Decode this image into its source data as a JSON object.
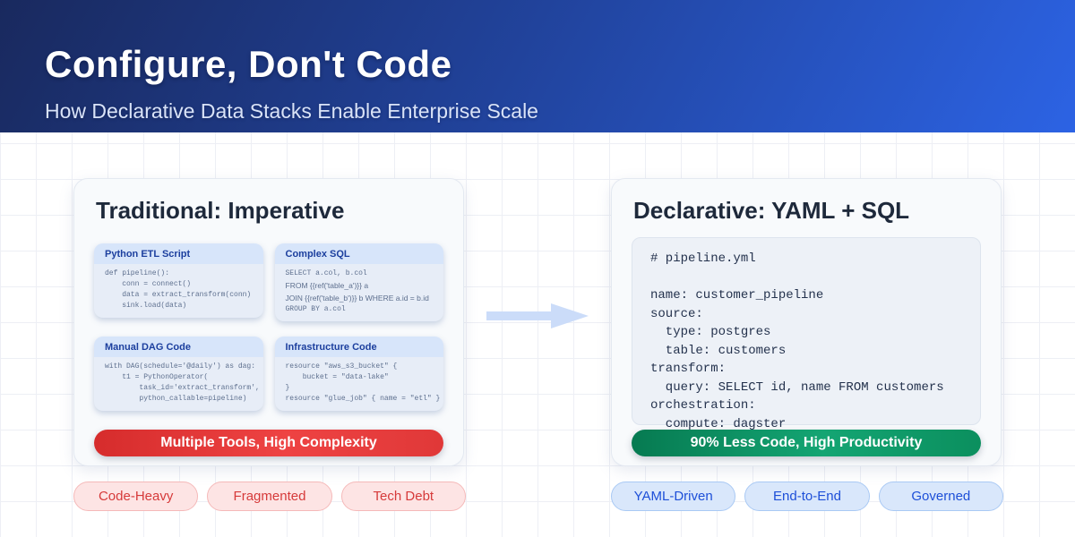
{
  "header": {
    "title": "Configure, Don't Code",
    "subtitle": "How Declarative Data Stacks Enable Enterprise Scale"
  },
  "left_panel": {
    "heading": "Traditional: Imperative",
    "tools": [
      {
        "title": "Python ETL Script",
        "code": [
          "def pipeline():",
          "    conn = connect()",
          "    data = extract_transform(conn)",
          "    sink.load(data)"
        ]
      },
      {
        "title": "Complex SQL",
        "code": [
          "SELECT a.col, b.col",
          "FROM {{ref('table_a')}} a",
          "JOIN {{ref('table_b')}} b WHERE a.id = b.id",
          "GROUP BY a.col"
        ]
      },
      {
        "title": "Manual DAG Code",
        "code": [
          "with DAG(schedule='@daily') as dag:",
          "    t1 = PythonOperator(",
          "        task_id='extract_transform',",
          "        python_callable=pipeline)"
        ]
      },
      {
        "title": "Infrastructure Code",
        "code": [
          "resource \"aws_s3_bucket\" {",
          "    bucket = \"data-lake\"",
          "}",
          "resource \"glue_job\" { name = \"etl\" }"
        ]
      }
    ],
    "banner": "Multiple Tools, High Complexity",
    "pills": [
      "Code-Heavy",
      "Fragmented",
      "Tech Debt"
    ]
  },
  "right_panel": {
    "heading": "Declarative: YAML + SQL",
    "code": [
      "# pipeline.yml",
      "",
      "name: customer_pipeline",
      "source:",
      "  type: postgres",
      "  table: customers",
      "transform:",
      "  query: SELECT id, name FROM customers",
      "orchestration:",
      "  compute: dagster"
    ],
    "banner": "90% Less Code, High Productivity",
    "pills": [
      "YAML-Driven",
      "End-to-End",
      "Governed"
    ]
  },
  "arrow": {
    "meaning": "transforms-into",
    "direction": "right"
  },
  "colors": {
    "header_gradient_start": "#19295e",
    "header_gradient_end": "#2c63e4",
    "banner_red": "#e03434",
    "banner_green": "#0e9a66",
    "pill_red_text": "#d63a3a",
    "pill_blue_text": "#1d4fd8",
    "tool_header_bg": "#d7e5fa",
    "tool_header_text": "#1c3f9e",
    "card_bg": "#f8fafc",
    "grid_line": "#edeff5"
  }
}
